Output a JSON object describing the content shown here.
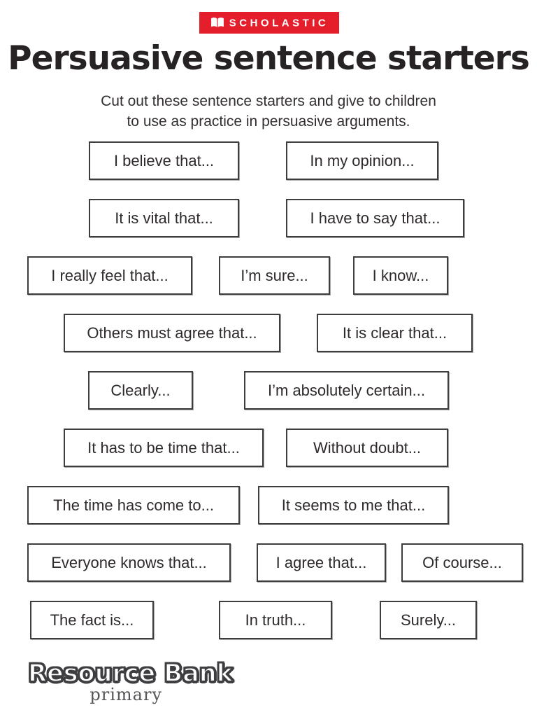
{
  "brand": {
    "name": "SCHOLASTIC"
  },
  "title": "Persuasive sentence starters",
  "subtitle": {
    "line1": "Cut out these sentence starters and give to children",
    "line2": "to use as practice in persuasive arguments."
  },
  "colors": {
    "brand_red": "#e41e2b",
    "ink": "#272325",
    "box_border": "#3d3d3d",
    "footer_gray": "#3e3d40"
  },
  "boxes": [
    "I believe that...",
    "In my opinion...",
    "It is vital that...",
    "I have to say that...",
    "I really feel that...",
    "I’m sure...",
    "I know...",
    "Others must agree that...",
    "It is clear that...",
    "Clearly...",
    "I’m absolutely certain...",
    "It has to be time that...",
    "Without doubt...",
    "The time has come to...",
    "It seems to me that...",
    "Everyone knows that...",
    "I agree that...",
    "Of course...",
    "The fact is...",
    "In truth...",
    "Surely..."
  ],
  "footer": {
    "logo_text": "Resource Bank",
    "logo_sub": "primary"
  }
}
